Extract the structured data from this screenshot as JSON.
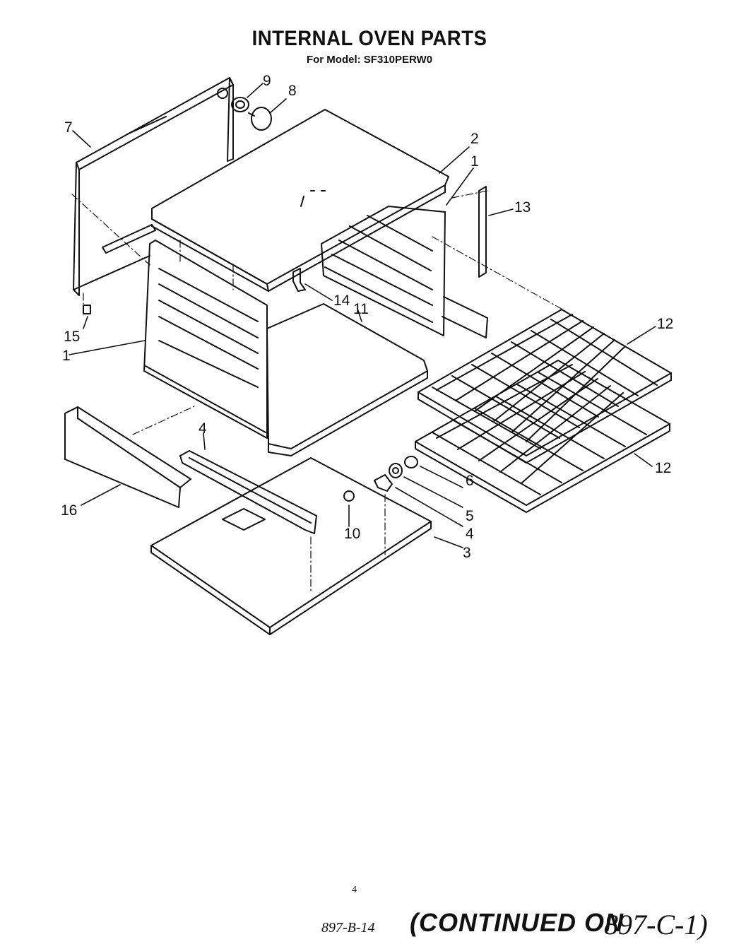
{
  "header": {
    "title": "INTERNAL OVEN PARTS",
    "subtitle": "For Model: SF310PERW0"
  },
  "callouts": {
    "n1_right": "1",
    "n1_left": "1",
    "n2": "2",
    "n3": "3",
    "n4_top": "4",
    "n4_right": "4",
    "n5": "5",
    "n6": "6",
    "n7": "7",
    "n8": "8",
    "n9": "9",
    "n10": "10",
    "n11": "11",
    "n12_top": "12",
    "n12_bottom": "12",
    "n13": "13",
    "n14": "14",
    "n15": "15",
    "n16": "16"
  },
  "footer": {
    "page_number": "4",
    "doc_code": "897-B-14",
    "continued": "(CONTINUED ON",
    "continued_ref": "897-C-1)"
  },
  "colors": {
    "ink": "#111111",
    "paper": "#ffffff"
  }
}
